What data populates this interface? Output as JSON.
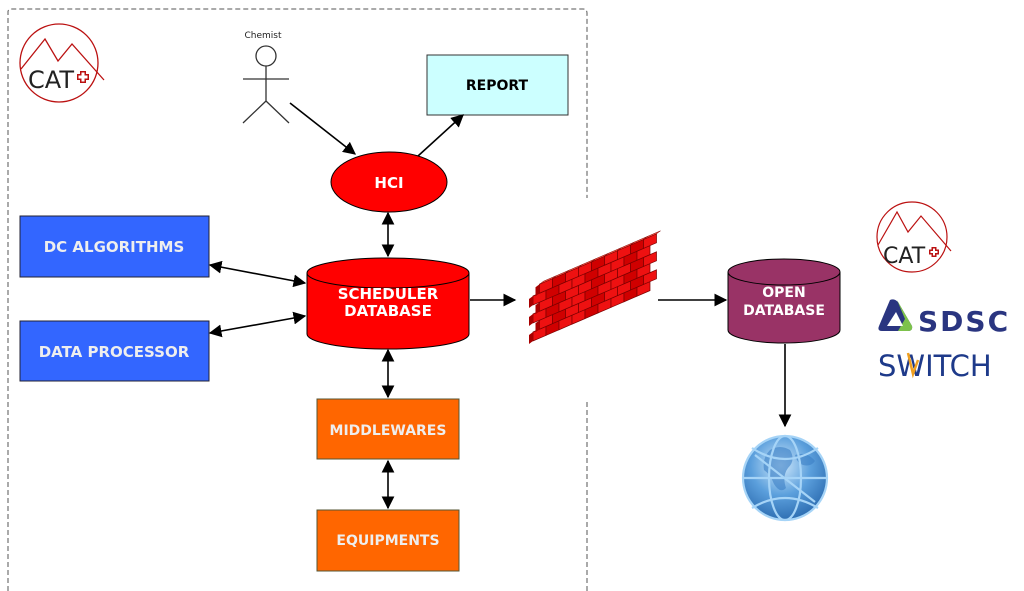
{
  "diagram": {
    "actor": {
      "label": "Chemist"
    },
    "nodes": {
      "report": {
        "label": "REPORT",
        "fill": "#ccffff",
        "text_color": "#000000"
      },
      "hci": {
        "label": "HCI",
        "fill": "#ff0000",
        "text_color": "#ffffff"
      },
      "dc_algorithms": {
        "label": "DC ALGORITHMS",
        "fill": "#3366ff",
        "text_color": "#eeeeee"
      },
      "data_processor": {
        "label": "DATA PROCESSOR",
        "fill": "#3366ff",
        "text_color": "#eeeeee"
      },
      "scheduler_db": {
        "lines": [
          "SCHEDULER",
          "DATABASE"
        ],
        "fill": "#ff0000",
        "text_color": "#ffffff"
      },
      "middlewares": {
        "label": "MIDDLEWARES",
        "fill": "#ff6600",
        "text_color": "#eeeeee"
      },
      "equipments": {
        "label": "EQUIPMENTS",
        "fill": "#ff6600",
        "text_color": "#eeeeee"
      },
      "open_db": {
        "lines": [
          "OPEN",
          "DATABASE"
        ],
        "fill": "#993366",
        "text_color": "#ffffff"
      },
      "firewall": {
        "label": "firewall",
        "fill": "#ee1111"
      },
      "internet": {
        "label": "internet-globe",
        "fill": "#5599dd"
      }
    },
    "edges": [
      {
        "from": "chemist",
        "to": "hci",
        "type": "directed"
      },
      {
        "from": "hci",
        "to": "report",
        "type": "directed"
      },
      {
        "from": "hci",
        "to": "scheduler_db",
        "type": "bidirectional"
      },
      {
        "from": "dc_algorithms",
        "to": "scheduler_db",
        "type": "bidirectional"
      },
      {
        "from": "data_processor",
        "to": "scheduler_db",
        "type": "bidirectional"
      },
      {
        "from": "scheduler_db",
        "to": "middlewares",
        "type": "bidirectional"
      },
      {
        "from": "middlewares",
        "to": "equipments",
        "type": "bidirectional"
      },
      {
        "from": "scheduler_db",
        "to": "firewall",
        "type": "directed"
      },
      {
        "from": "firewall",
        "to": "open_db",
        "type": "directed"
      },
      {
        "from": "open_db",
        "to": "internet",
        "type": "directed"
      }
    ]
  },
  "logos": {
    "cat_main": {
      "text": "CAT",
      "color": "#bb1111"
    },
    "cat_side": {
      "text": "CAT",
      "color": "#bb1111"
    },
    "sdsc": {
      "text": "SDSC",
      "color": "#2a3580",
      "accent": "#7dc24b"
    },
    "switch": {
      "text_a": "S",
      "text_w": "W",
      "text_b": "ITCH",
      "color": "#1e3a8a",
      "accent": "#f0a020"
    }
  }
}
